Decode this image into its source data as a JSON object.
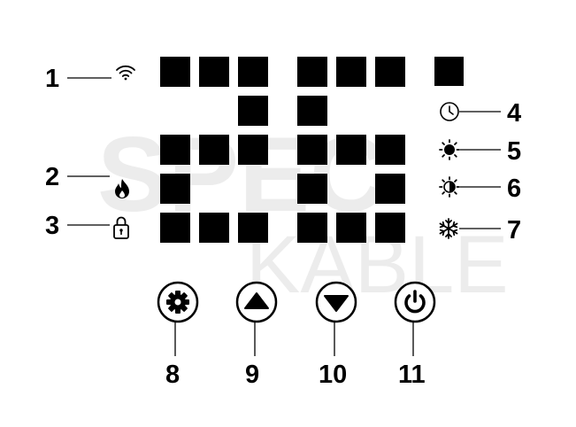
{
  "watermark": {
    "line1": "SPEC",
    "line2": "KABLE"
  },
  "display": {
    "digit1": "2",
    "digit2": "5",
    "unit_mark": "°"
  },
  "callouts": {
    "c1": "1",
    "c2": "2",
    "c3": "3",
    "c4": "4",
    "c5": "5",
    "c6": "6",
    "c7": "7",
    "c8": "8",
    "c9": "9",
    "c10": "10",
    "c11": "11"
  },
  "icons": {
    "c1": "wifi-icon",
    "c2": "flame-icon",
    "c3": "lock-icon",
    "c4": "clock-icon",
    "c5": "sun-icon",
    "c6": "half-sun-icon",
    "c7": "snowflake-icon",
    "c8": "gear-icon",
    "c9": "arrow-up-icon",
    "c10": "arrow-down-icon",
    "c11": "power-icon"
  },
  "colors": {
    "ink": "#000000",
    "watermark": "#ebebeb",
    "background": "#ffffff"
  }
}
